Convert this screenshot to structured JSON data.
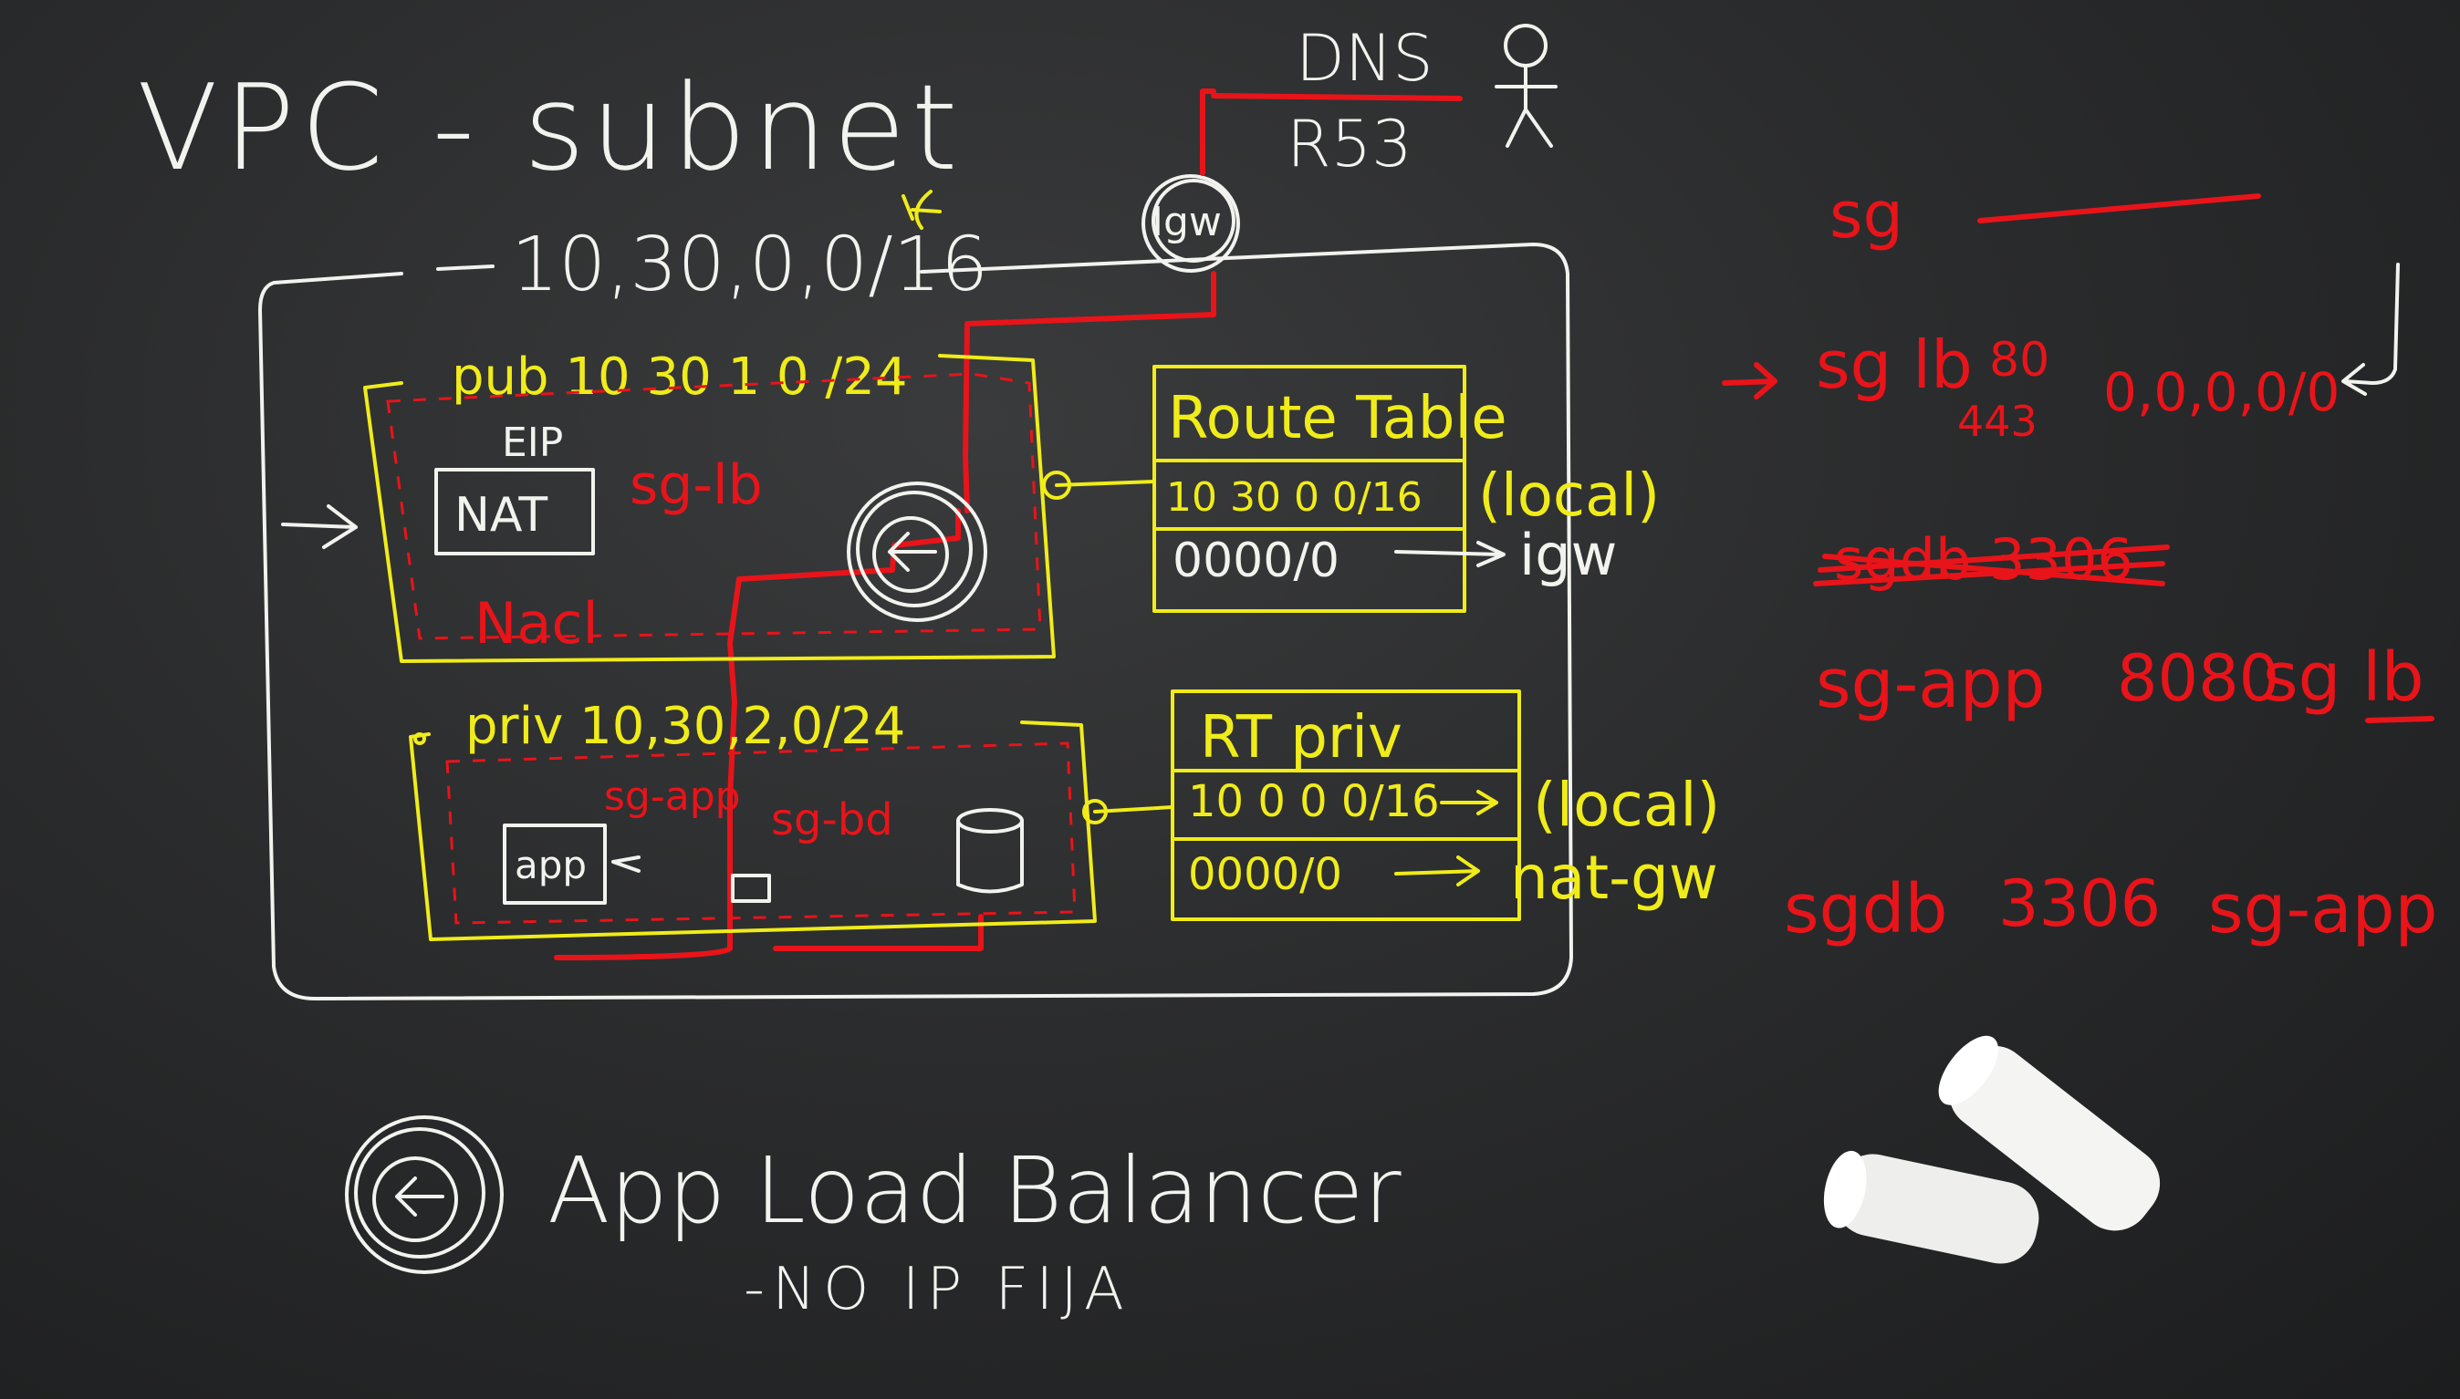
{
  "title": "VPC - subnet",
  "vpc": {
    "cidr": "10,30,0,0/16"
  },
  "dns": {
    "label": "DNS",
    "service": "R53"
  },
  "igw": {
    "label": "Igw"
  },
  "public_subnet": {
    "label": "pub 10 30 1 0 /24",
    "eip": "EIP",
    "nat": "NAT",
    "sg": "sg-lb",
    "nacl": "Nacl"
  },
  "private_subnet": {
    "label": "priv 10,30,2,0/24",
    "sg_app": "sg-app",
    "sg_db": "sg-bd",
    "app": "app"
  },
  "route_table": {
    "title": "Route Table",
    "rows": [
      {
        "dest": "10 30 0 0/16",
        "target": "(local)"
      },
      {
        "dest": "0000/0",
        "target": "igw"
      }
    ]
  },
  "rt_priv": {
    "title": "RT priv",
    "rows": [
      {
        "dest": "10 0 0 0/16",
        "target": "(local)"
      },
      {
        "dest": "0000/0",
        "target": "nat-gw"
      }
    ]
  },
  "security_groups": {
    "sg": "sg",
    "sg_lb": {
      "name": "sg lb",
      "ports": "80",
      "ports2": "443",
      "source": "0,0,0,0/0"
    },
    "sg_db_crossed": "sgdb 3306",
    "sg_app": {
      "name": "sg-app",
      "port": "8080",
      "source": "sg lb"
    },
    "sg_db": {
      "name": "sgdb",
      "port": "3306",
      "source": "sg-app"
    }
  },
  "legend": {
    "label": "App Load Balancer",
    "note": "-NO IP FIJA"
  },
  "colors": {
    "chalk": "#f2f2ee",
    "yellow": "#f0ec1a",
    "red": "#e8141a",
    "board": "#2b2c2d"
  }
}
